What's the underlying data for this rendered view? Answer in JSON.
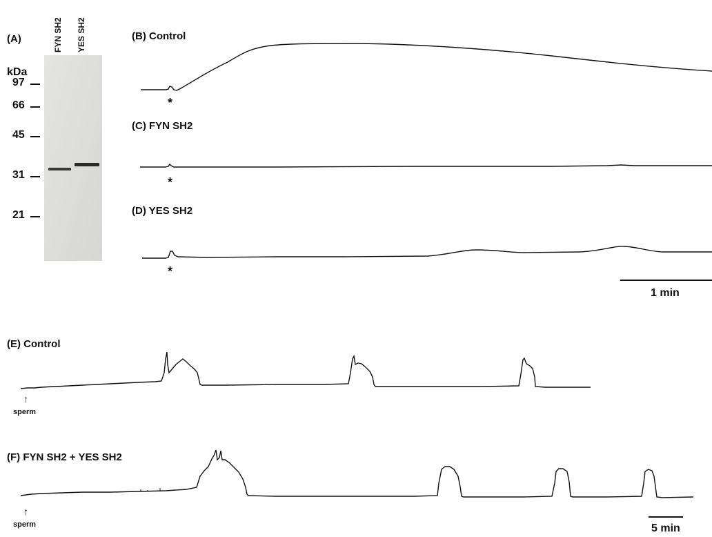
{
  "panel_a": {
    "label": "(A)",
    "unit": "kDa",
    "lanes": [
      "FYN SH2",
      "YES SH2"
    ],
    "markers": [
      "97",
      "66",
      "45",
      "31",
      "21"
    ]
  },
  "panels": {
    "b": {
      "label": "(B)  Control",
      "marker": "*"
    },
    "c": {
      "label": "(C)  FYN SH2",
      "marker": "*"
    },
    "d": {
      "label": "(D)  YES SH2",
      "marker": "*"
    },
    "e": {
      "label": "(E)  Control",
      "arrow": "↑",
      "sperm": "sperm"
    },
    "f": {
      "label": "(F)  FYN SH2 + YES SH2",
      "arrow": "↑",
      "sperm": "sperm"
    }
  },
  "scale_bars": {
    "top": "1 min",
    "bottom": "5 min"
  }
}
